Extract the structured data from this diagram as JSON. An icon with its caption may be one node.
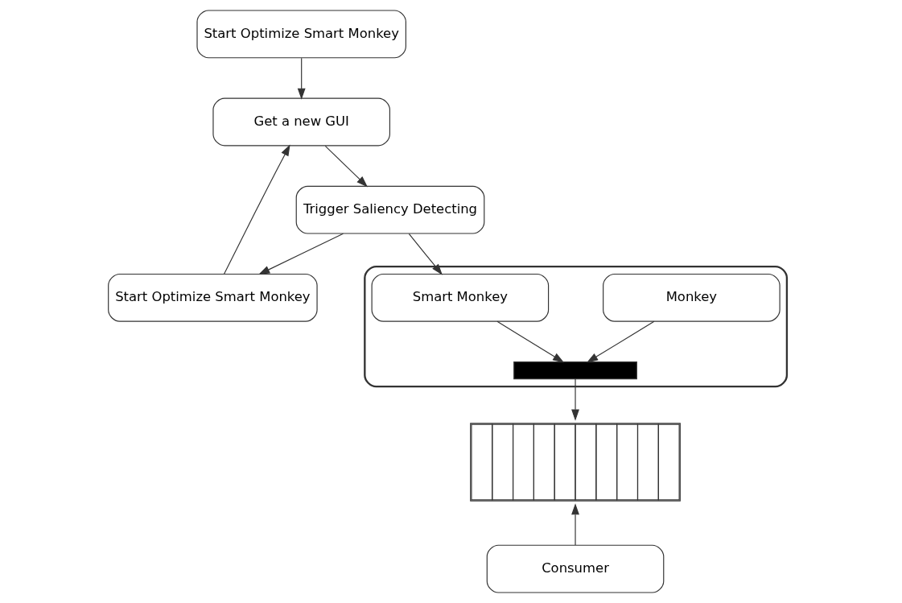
{
  "diagram": {
    "nodes": [
      {
        "text": [
          "Start Optimize Smart Monkey"
        ]
      },
      {
        "text": [
          "Get a new GUI"
        ]
      },
      {
        "text": [
          "Trigger Saliency Detecting"
        ]
      },
      {
        "text": [
          "Start Optimize Smart Monkey"
        ]
      },
      {
        "text": [],
        "shape": "cloud"
      },
      {
        "text": [
          "Smart Monkey"
        ],
        "in": 4
      },
      {
        "text": [
          "Monkey"
        ],
        "in": 4
      },
      {
        "text": [],
        "shape": "bar",
        "in": 4
      },
      {
        "text": [],
        "shape": "queue"
      },
      {
        "text": [
          "Consumer"
        ]
      }
    ],
    "edges": [
      {
        "from": 0,
        "to": 1,
        "arrow": "to"
      },
      {
        "from": 1,
        "to": 2,
        "arrow": "to"
      },
      {
        "from": 2,
        "to": 3,
        "arrow": "to"
      },
      {
        "from": 3,
        "to": 1,
        "arrow": "to"
      },
      {
        "from": 2,
        "to": 5,
        "arrow": "to"
      },
      {
        "from": 5,
        "to": 7,
        "arrow": "to"
      },
      {
        "from": 6,
        "to": 7,
        "arrow": "to"
      },
      {
        "from": 7,
        "to": 8,
        "arrow": "to"
      },
      {
        "from": 9,
        "to": 8,
        "arrow": "to"
      }
    ]
  }
}
